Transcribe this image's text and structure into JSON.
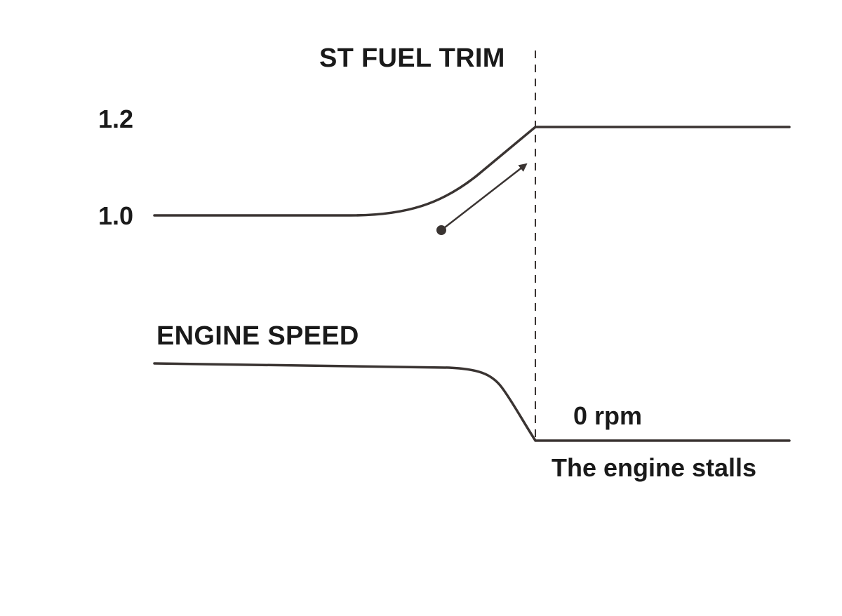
{
  "diagram": {
    "fuel_trim_title": "ST FUEL TRIM",
    "fuel_trim_tick_high": "1.2",
    "fuel_trim_tick_low": "1.0",
    "engine_speed_title": "ENGINE SPEED",
    "engine_speed_zero_label": "0 rpm",
    "stall_note": "The engine stalls",
    "line_color": "#3a3432"
  }
}
